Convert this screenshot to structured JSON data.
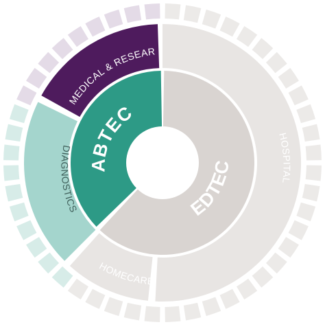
{
  "colors": {
    "labtech": "#2d9a86",
    "medtech": "#d9d4d1",
    "biomedical": "#4e1b5d",
    "diagnostics": "#a4d5cd",
    "hospital": "#e8e5e3",
    "homecare": "#e8e5e3",
    "tick_purple": "#e4dbe7",
    "tick_teal": "#d7ece8",
    "tick_gray": "#eceae8",
    "label_light": "#ffffff",
    "label_dark": "#3f5f5a"
  },
  "inner": {
    "labtech": "LABTECH",
    "medtech": "MEDTECH"
  },
  "middle": {
    "biomedical": "BIOMEDICAL & RESEARCH",
    "diagnostics": "DIAGNOSTICS",
    "homecare": "HOMECARE",
    "hospital": "HOSPITAL"
  }
}
